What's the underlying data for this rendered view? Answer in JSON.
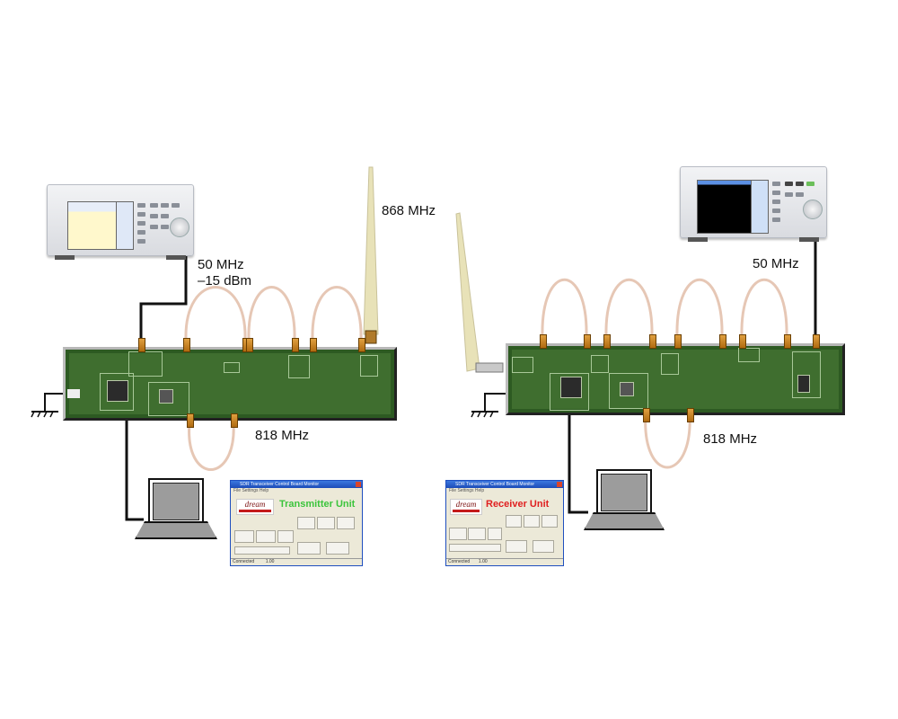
{
  "diagram": {
    "title": "",
    "transmitter": {
      "signal_generator": {
        "name": "signal-generator",
        "label_freq": "50 MHz",
        "label_power": "–15 dBm"
      },
      "antenna_label": "868 MHz",
      "if_loop_label": "818 MHz",
      "gui": {
        "window_title": "SDR Transceiver Control Board Monitor",
        "menu": "File  Settings  Help",
        "logo": "dream",
        "unit_label": "Transmitter Unit",
        "unit_color": "#3cc43c",
        "status_left": "Connected",
        "status_right": "1.00"
      }
    },
    "receiver": {
      "spectrum_analyzer": {
        "name": "spectrum-analyzer",
        "label_freq": "50 MHz"
      },
      "if_loop_label": "818 MHz",
      "gui": {
        "window_title": "SDR Transceiver Control Board Monitor",
        "menu": "File  Settings  Help",
        "logo": "dream",
        "unit_label": "Receiver Unit",
        "unit_color": "#e02020",
        "status_left": "Connected",
        "status_right": "1.00"
      }
    },
    "colors": {
      "pcb_green": "#3f6e2f",
      "cable": "#e6c7b5",
      "connector_gold": "#d08a28",
      "antenna": "#e8e2b8"
    }
  }
}
